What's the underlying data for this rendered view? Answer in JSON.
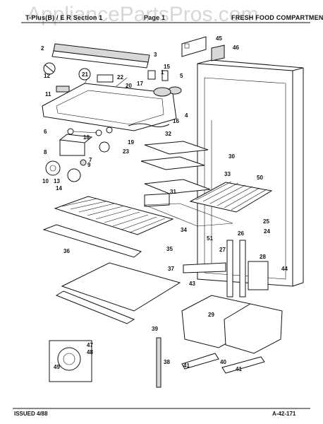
{
  "header": {
    "left": "T-Plus(B) / E R Section 1",
    "mid": "Page 1",
    "right": "FRESH FOOD COMPARTMENT",
    "watermark": "AppliancePartsPros.com"
  },
  "footer": {
    "issued": "ISSUED 4/88",
    "code": "A-42-171"
  },
  "callouts": [
    "1",
    "2",
    "3",
    "4",
    "5",
    "6",
    "7",
    "8",
    "9",
    "10",
    "11",
    "12",
    "13",
    "14",
    "15",
    "16",
    "17",
    "18",
    "19",
    "20",
    "21",
    "22",
    "23",
    "24",
    "25",
    "26",
    "27",
    "28",
    "29",
    "30",
    "31",
    "32",
    "33",
    "34",
    "35",
    "36",
    "37",
    "38",
    "39",
    "40",
    "41",
    "41",
    "43",
    "44",
    "45",
    "46",
    "47",
    "48",
    "49",
    "50",
    "51"
  ]
}
